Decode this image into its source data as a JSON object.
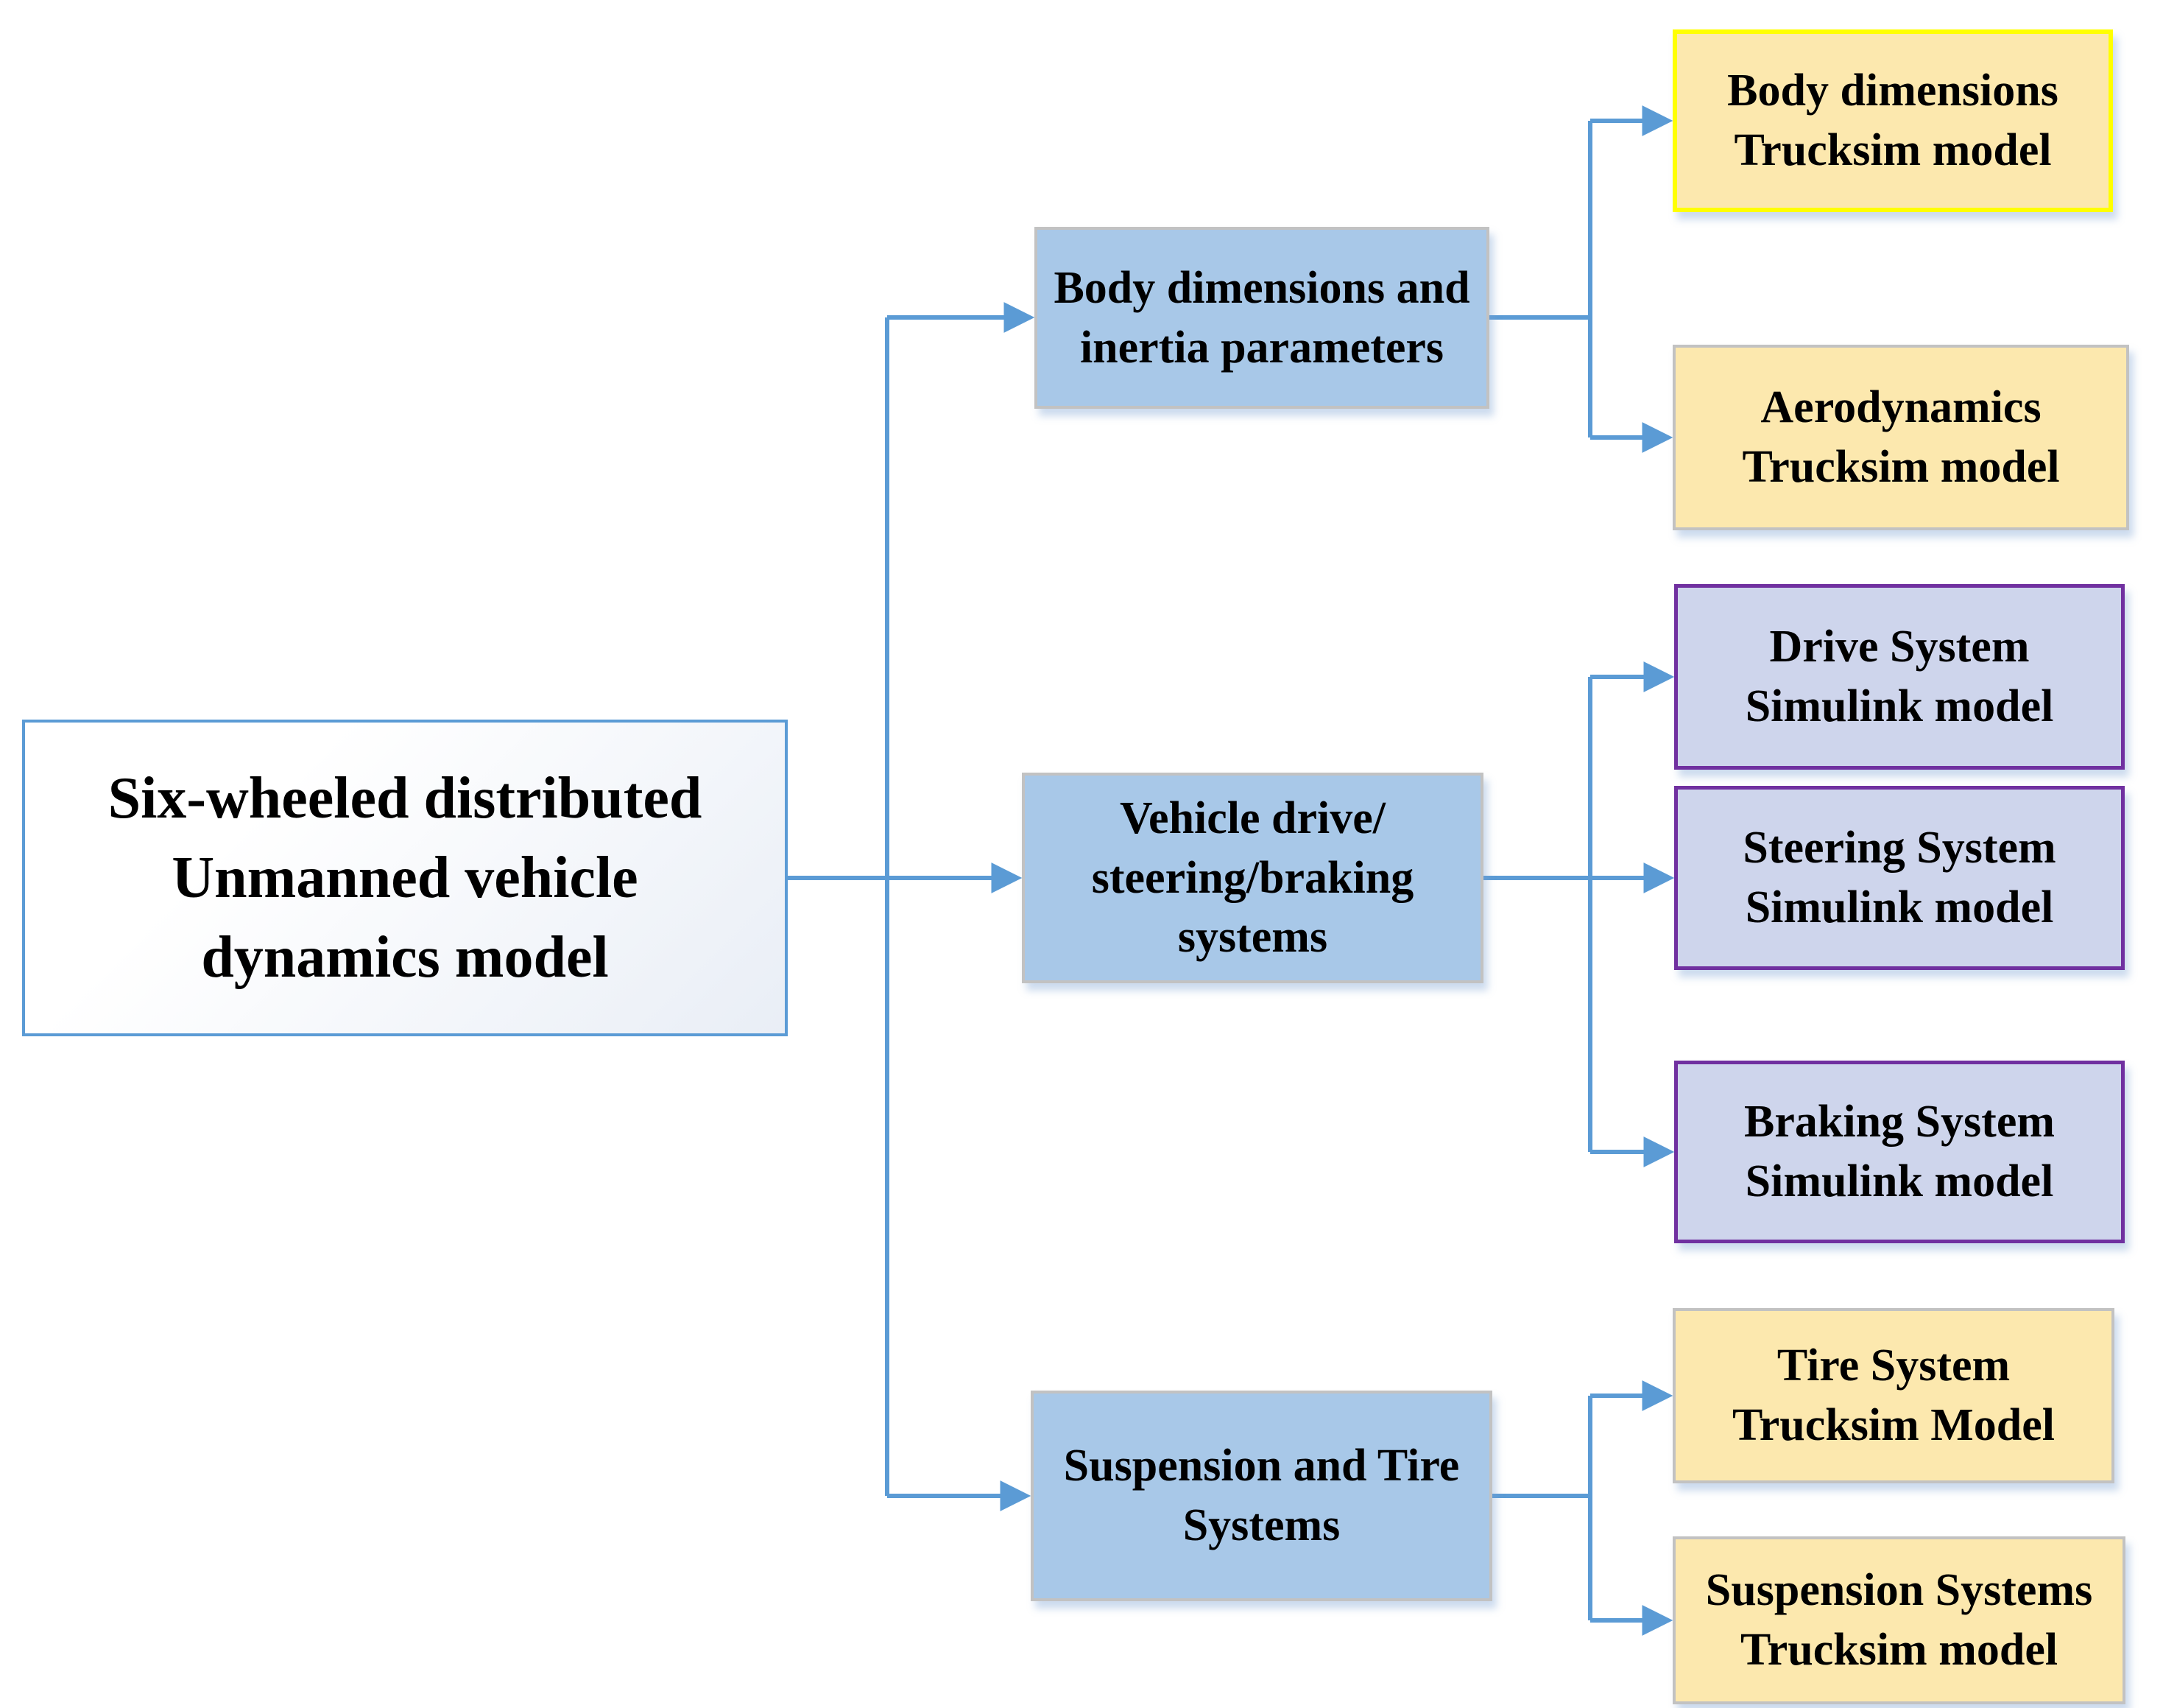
{
  "palette": {
    "line_blue": "#5B9BD5",
    "root_border": "#5B9BD5",
    "mid_fill": "#A8C8E8",
    "gray_border": "#C2C2C2",
    "yellow_fill": "#FCE8AE",
    "yellow_border": "#FFFF00",
    "lavender_fill": "#CED5EC",
    "purple_border": "#7030A0"
  },
  "nodes": {
    "root": {
      "label": "Six-wheeled distributed\nUnmanned vehicle\ndynamics model"
    },
    "mid1": {
      "label": "Body dimensions and\ninertia parameters"
    },
    "mid2": {
      "label": "Vehicle drive/\nsteering/braking\nsystems"
    },
    "mid3": {
      "label": "Suspension and Tire\nSystems"
    },
    "leaf1": {
      "label": "Body dimensions\nTrucksim model"
    },
    "leaf2": {
      "label": "Aerodynamics\nTrucksim model"
    },
    "leaf3": {
      "label": "Drive System\nSimulink model"
    },
    "leaf4": {
      "label": "Steering System\nSimulink model"
    },
    "leaf5": {
      "label": "Braking System\nSimulink model"
    },
    "leaf6": {
      "label": "Tire System\nTrucksim Model"
    },
    "leaf7": {
      "label": "Suspension Systems\nTrucksim model"
    }
  },
  "edges": [
    {
      "from": "root",
      "to": "mid1"
    },
    {
      "from": "root",
      "to": "mid2"
    },
    {
      "from": "root",
      "to": "mid3"
    },
    {
      "from": "mid1",
      "to": "leaf1"
    },
    {
      "from": "mid1",
      "to": "leaf2"
    },
    {
      "from": "mid2",
      "to": "leaf3"
    },
    {
      "from": "mid2",
      "to": "leaf4"
    },
    {
      "from": "mid2",
      "to": "leaf5"
    },
    {
      "from": "mid3",
      "to": "leaf6"
    },
    {
      "from": "mid3",
      "to": "leaf7"
    }
  ]
}
